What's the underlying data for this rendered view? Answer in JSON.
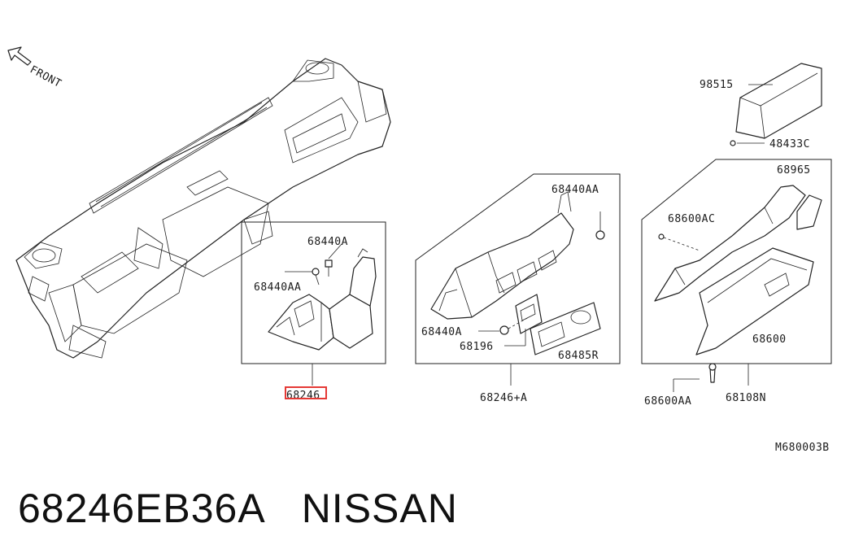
{
  "diagram": {
    "front_label": "FRONT",
    "part_labels": {
      "p98515": "98515",
      "p48433c": "48433C",
      "p68965": "68965",
      "p68600ac": "68600AC",
      "p68600": "68600",
      "p68600aa": "68600AA",
      "p68108n": "68108N",
      "p68440aa_mid": "68440AA",
      "p68440a_mid": "68440A",
      "p68196": "68196",
      "p68485r": "68485R",
      "p68246a": "68246+A",
      "p68440a_left": "68440A",
      "p68440aa_left": "68440AA",
      "p68246": "68246"
    },
    "figure_code": "M680003B",
    "highlight_color": "#e53935"
  },
  "caption": {
    "part_number": "68246EB36A",
    "brand": "NISSAN"
  }
}
